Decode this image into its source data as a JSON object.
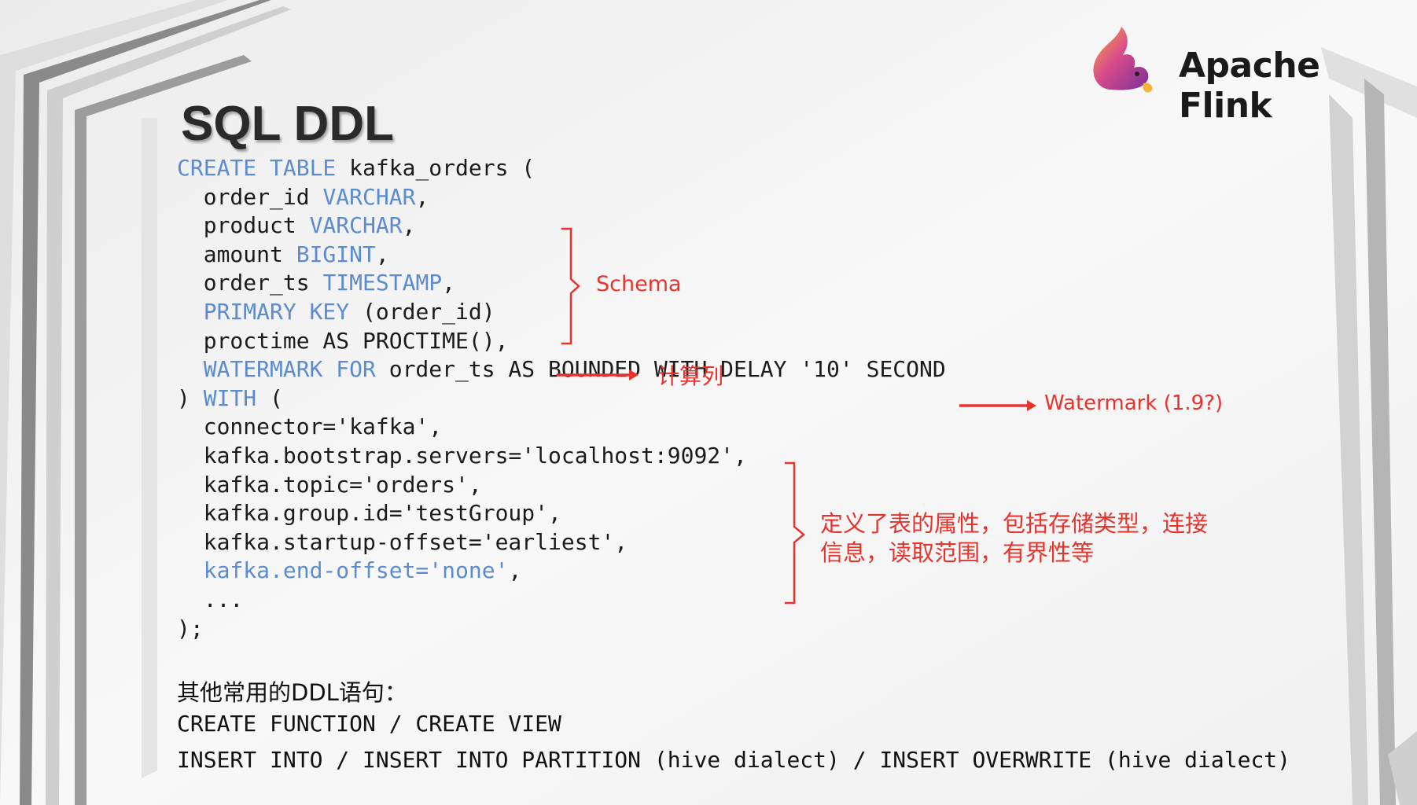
{
  "brand": {
    "name": "Apache Flink",
    "logo_icon": "flink-squirrel-logo"
  },
  "slide": {
    "title": "SQL DDL"
  },
  "code": {
    "lines": [
      [
        {
          "t": "CREATE TABLE ",
          "k": 1
        },
        {
          "t": "kafka_orders (",
          "k": 0
        }
      ],
      [
        {
          "t": "  order_id ",
          "k": 0
        },
        {
          "t": "VARCHAR",
          "k": 1
        },
        {
          "t": ",",
          "k": 0
        }
      ],
      [
        {
          "t": "  product ",
          "k": 0
        },
        {
          "t": "VARCHAR",
          "k": 1
        },
        {
          "t": ",",
          "k": 0
        }
      ],
      [
        {
          "t": "  amount ",
          "k": 0
        },
        {
          "t": "BIGINT",
          "k": 1
        },
        {
          "t": ",",
          "k": 0
        }
      ],
      [
        {
          "t": "  order_ts ",
          "k": 0
        },
        {
          "t": "TIMESTAMP",
          "k": 1
        },
        {
          "t": ",",
          "k": 0
        }
      ],
      [
        {
          "t": "  PRIMARY KEY ",
          "k": 1
        },
        {
          "t": "(order_id)",
          "k": 0
        }
      ],
      [
        {
          "t": "  proctime AS PROCTIME(),",
          "k": 0
        }
      ],
      [
        {
          "t": "  WATERMARK FOR ",
          "k": 1
        },
        {
          "t": "order_ts AS BOUNDED WITH DELAY '10' SECOND",
          "k": 0
        }
      ],
      [
        {
          "t": ") ",
          "k": 0
        },
        {
          "t": "WITH",
          "k": 1
        },
        {
          "t": " (",
          "k": 0
        }
      ],
      [
        {
          "t": "  connector='kafka',",
          "k": 0
        }
      ],
      [
        {
          "t": "  kafka.bootstrap.servers='localhost:9092',",
          "k": 0
        }
      ],
      [
        {
          "t": "  kafka.topic='orders',",
          "k": 0
        }
      ],
      [
        {
          "t": "  kafka.group.id='testGroup',",
          "k": 0
        }
      ],
      [
        {
          "t": "  kafka.startup-offset='earliest',",
          "k": 0
        }
      ],
      [
        {
          "t": "  kafka.end-offset='none'",
          "k": 1
        },
        {
          "t": ",",
          "k": 0
        }
      ],
      [
        {
          "t": "  ...",
          "k": 0
        }
      ],
      [
        {
          "t": ");",
          "k": 0
        }
      ]
    ]
  },
  "annotations": {
    "schema": "Schema",
    "computed_column": "计算列",
    "watermark": "Watermark (1.9?)",
    "properties": "定义了表的属性，包括存储类型，连接信息，读取范围，有界性等"
  },
  "other": {
    "title": "其他常用的DDL语句：",
    "line1": "CREATE FUNCTION / CREATE VIEW",
    "line2": "INSERT INTO / INSERT INTO PARTITION (hive dialect) / INSERT OVERWRITE (hive dialect)"
  },
  "colors": {
    "keyword": "#5b8bd0",
    "annotation": "#e8322c",
    "text": "#1b1b1b"
  }
}
